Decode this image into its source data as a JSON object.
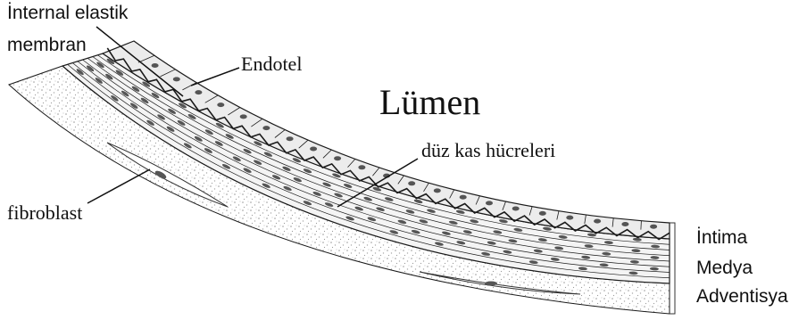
{
  "labels": {
    "internal_elastic_line1": "İnternal elastik",
    "internal_elastic_line2": "membran",
    "endothelium": "Endotel",
    "lumen": "Lümen",
    "smooth_muscle": "düz kas hücreleri",
    "fibroblast": "fibroblast",
    "intima": "İntima",
    "media": "Medya",
    "adventitia": "Adventisya"
  },
  "colors": {
    "line": "#1a1a1a",
    "nucleus": "#555555",
    "adventitia_dots": "#9a9a9a",
    "intima_fill": "#eeeeee",
    "media_fill": "#f3f3f3"
  }
}
